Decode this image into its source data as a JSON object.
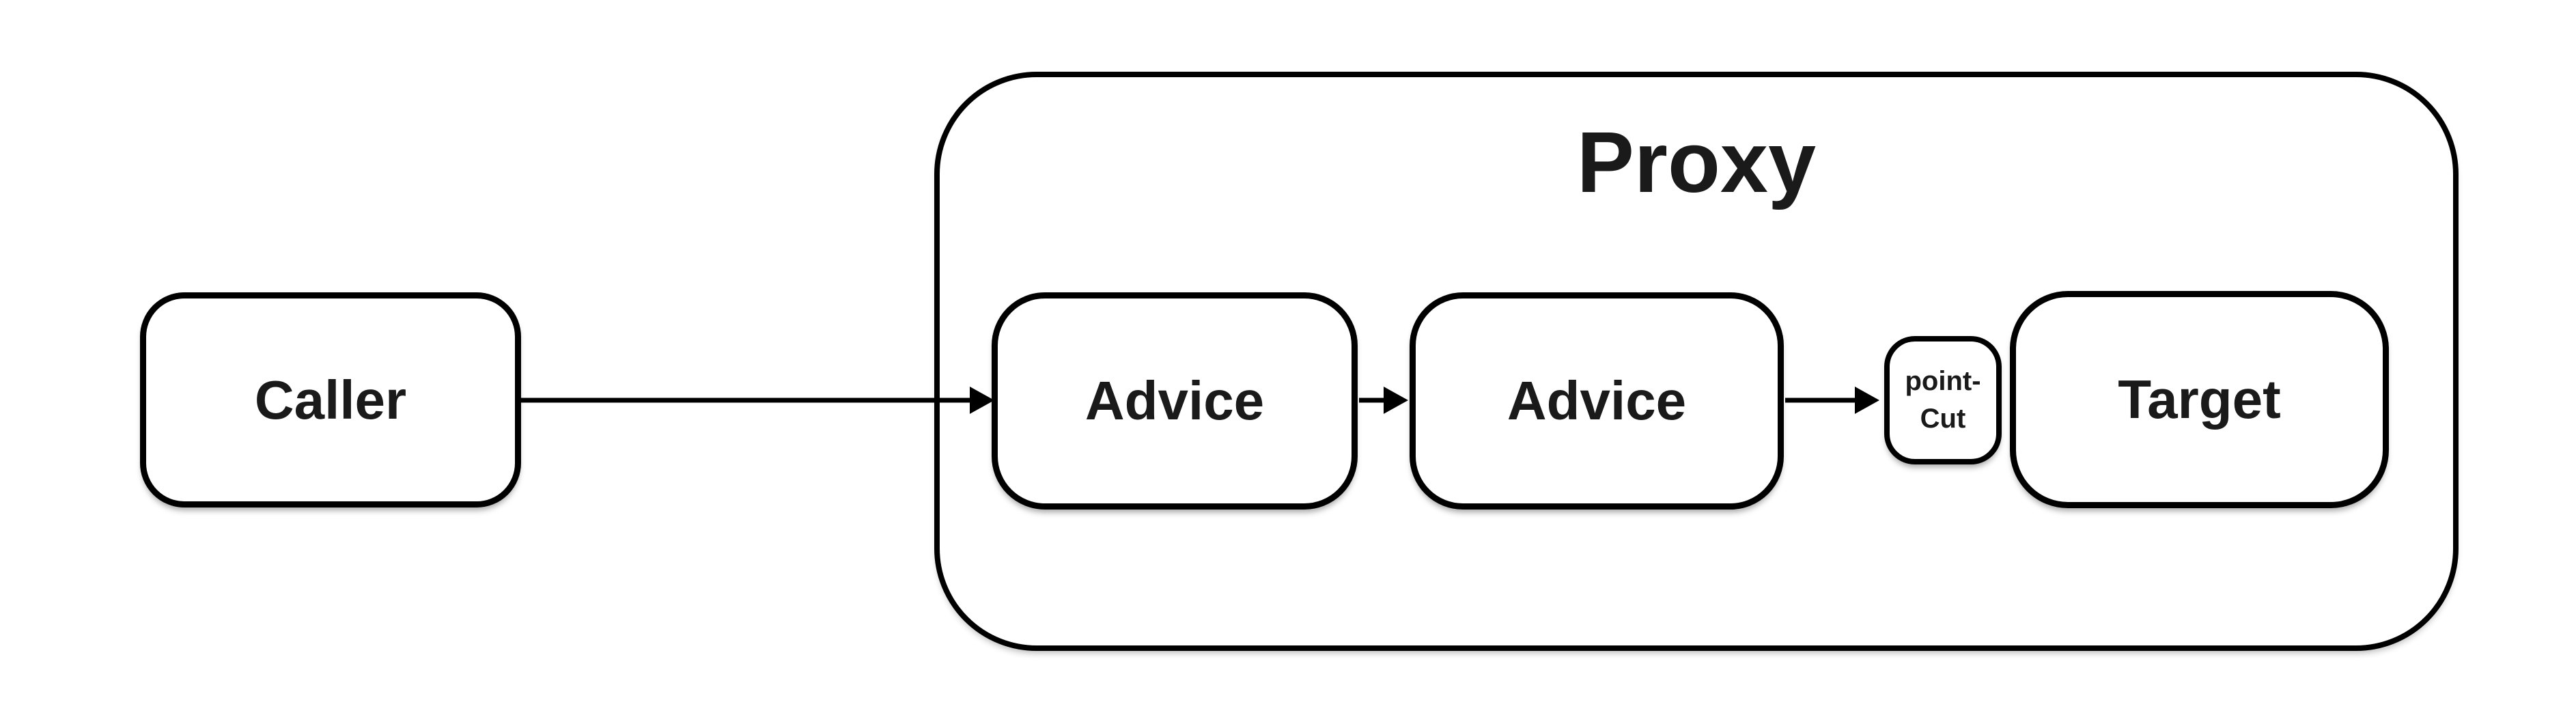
{
  "diagram": {
    "colors": {
      "stroke": "#000000",
      "text": "#1a1a1a",
      "background": "#ffffff"
    },
    "nodes": {
      "caller": {
        "label": "Caller"
      },
      "proxy": {
        "title": "Proxy"
      },
      "advice1": {
        "label": "Advice"
      },
      "advice2": {
        "label": "Advice"
      },
      "pointcut": {
        "line1": "point-",
        "line2": "Cut"
      },
      "target": {
        "label": "Target"
      }
    },
    "edges": [
      {
        "from": "Caller",
        "to": "Advice (first)",
        "direction": "right"
      },
      {
        "from": "Advice (first)",
        "to": "Advice (second)",
        "direction": "right"
      },
      {
        "from": "Advice (second)",
        "to": "point-Cut",
        "direction": "right"
      }
    ]
  }
}
